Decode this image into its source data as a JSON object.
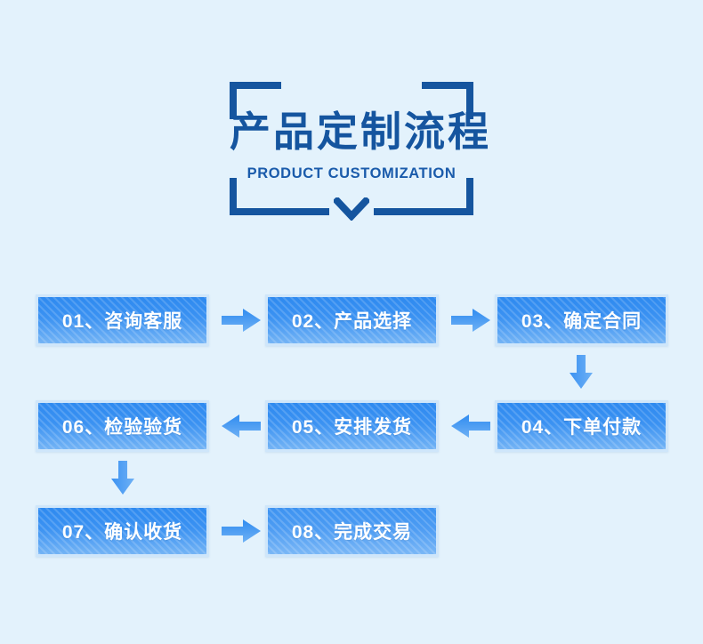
{
  "page": {
    "background_color": "#e3f2fc",
    "accent_color": "#15559f",
    "box_color": "#3b92f2",
    "arrow_color": "#3d95f0"
  },
  "header": {
    "title_cn": "产品定制流程",
    "title_en": "PRODUCT CUSTOMIZATION",
    "chevron_icon": "chevron-down-icon",
    "bracket_icon": "corner-bracket-frame"
  },
  "flow": {
    "rows": [
      {
        "direction": "left-to-right",
        "steps": [
          {
            "number": "01",
            "name": "咨询客服",
            "label": "01、咨询客服"
          },
          {
            "number": "02",
            "name": "产品选择",
            "label": "02、产品选择"
          },
          {
            "number": "03",
            "name": "确定合同",
            "label": "03、确定合同"
          }
        ]
      },
      {
        "direction": "right-to-left",
        "steps": [
          {
            "number": "06",
            "name": "检验验货",
            "label": "06、检验验货"
          },
          {
            "number": "05",
            "name": "安排发货",
            "label": "05、安排发货"
          },
          {
            "number": "04",
            "name": "下单付款",
            "label": "04、下单付款"
          }
        ]
      },
      {
        "direction": "left-to-right",
        "steps": [
          {
            "number": "07",
            "name": "确认收货",
            "label": "07、确认收货"
          },
          {
            "number": "08",
            "name": "完成交易",
            "label": "08、完成交易"
          }
        ]
      }
    ],
    "connectors": [
      {
        "icon": "arrow-right-icon",
        "from": "01",
        "to": "02"
      },
      {
        "icon": "arrow-right-icon",
        "from": "02",
        "to": "03"
      },
      {
        "icon": "arrow-down-icon",
        "from": "03",
        "to": "04"
      },
      {
        "icon": "arrow-left-icon",
        "from": "04",
        "to": "05"
      },
      {
        "icon": "arrow-left-icon",
        "from": "05",
        "to": "06"
      },
      {
        "icon": "arrow-down-icon",
        "from": "06",
        "to": "07"
      },
      {
        "icon": "arrow-right-icon",
        "from": "07",
        "to": "08"
      }
    ]
  }
}
